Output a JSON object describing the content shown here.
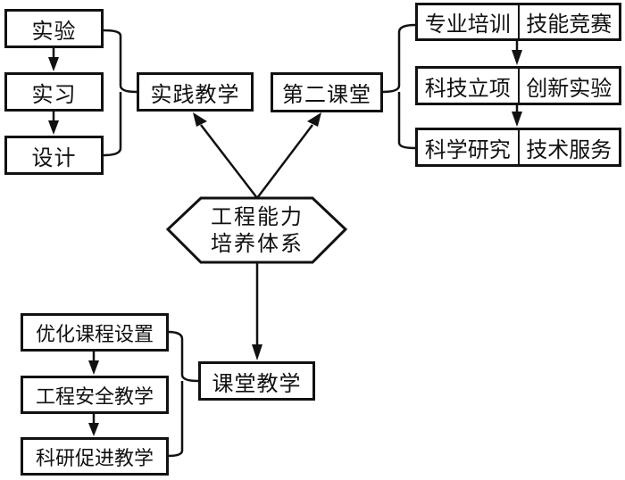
{
  "central": {
    "line1": "工程能力",
    "line2": "培养体系"
  },
  "practice_teaching": {
    "label": "实践教学",
    "steps": [
      "实验",
      "实习",
      "设计"
    ]
  },
  "second_classroom": {
    "label": "第二课堂",
    "rows": [
      {
        "left": "专业培训",
        "right": "技能竞赛"
      },
      {
        "left": "科技立项",
        "right": "创新实验"
      },
      {
        "left": "科学研究",
        "right": "技术服务"
      }
    ]
  },
  "classroom_teaching": {
    "label": "课堂教学",
    "steps": [
      "优化课程设置",
      "工程安全教学",
      "科研促进教学"
    ]
  }
}
